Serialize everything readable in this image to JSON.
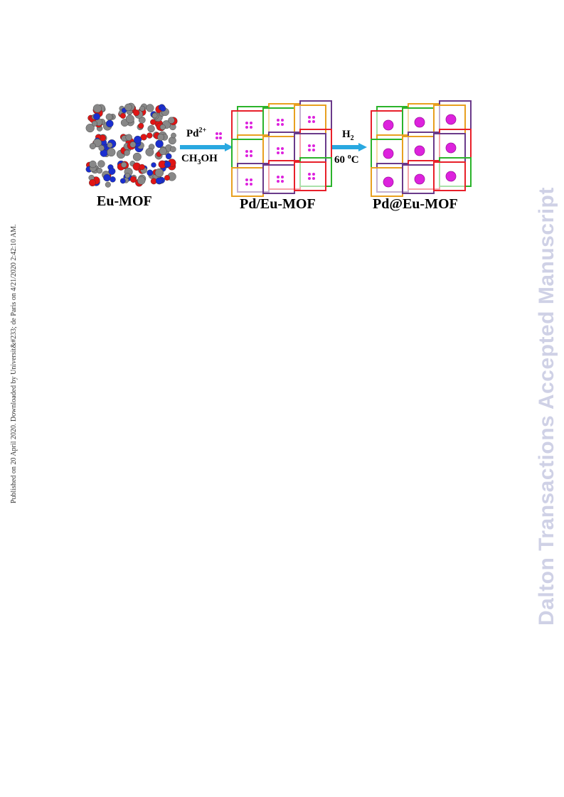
{
  "side_note": "Published on 20 April 2020. Downloaded by Universit&#233; de Paris on 4/21/2020 2:42:10 AM.",
  "watermark": "Dalton Transactions Accepted Manuscript",
  "figure": {
    "labels": {
      "eu_mof": "Eu-MOF",
      "pd_eu_mof": "Pd/Eu-MOF",
      "pd_at_eu_mof": "Pd@Eu-MOF"
    },
    "step1": {
      "reagent_base": "Pd",
      "reagent_charge": "2+",
      "solvent_pre": "CH",
      "solvent_sub": "3",
      "solvent_post": "OH"
    },
    "step2": {
      "gas_base": "H",
      "gas_sub": "2",
      "temp_pre": "60 ",
      "temp_sup": "o",
      "temp_post": "C"
    },
    "colors": {
      "arrow": "#29a8e0",
      "pd": "#dd22dd",
      "frame": [
        "#e8202a",
        "#2bb32b",
        "#e8a020",
        "#6a3a8a"
      ],
      "atoms": [
        "#888888",
        "#e01515",
        "#1a2ed0"
      ]
    }
  }
}
